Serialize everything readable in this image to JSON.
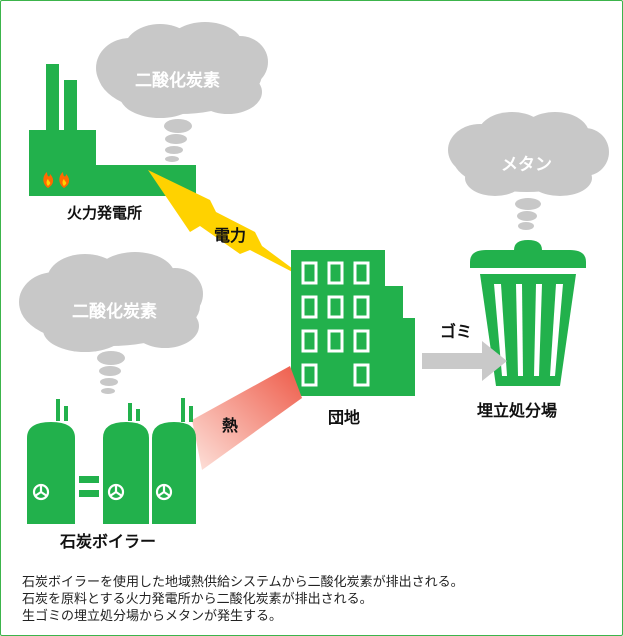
{
  "labels": {
    "power_plant": "火力発電所",
    "boiler": "石炭ボイラー",
    "apartment": "団地",
    "landfill": "埋立処分場",
    "electricity": "電力",
    "heat": "熱",
    "garbage": "ゴミ"
  },
  "clouds": {
    "power_plant_gas": "二酸化炭素",
    "boiler_gas": "二酸化炭素",
    "landfill_gas": "メタン"
  },
  "caption": {
    "line1": "石炭ボイラーを使用した地域熱供給システムから二酸化炭素が排出される。",
    "line2": "石炭を原料とする火力発電所から二酸化炭素が排出される。",
    "line3": "生ゴミの埋立処分場からメタンが発生する。"
  },
  "colors": {
    "green": "#22b14c",
    "cloud": "#c8c8c8",
    "lightning": "#ffd200",
    "heat": "#ef6b5b",
    "arrow": "#c9c9c9",
    "flame": "#ff6a00",
    "frame": "#3cb44b"
  }
}
